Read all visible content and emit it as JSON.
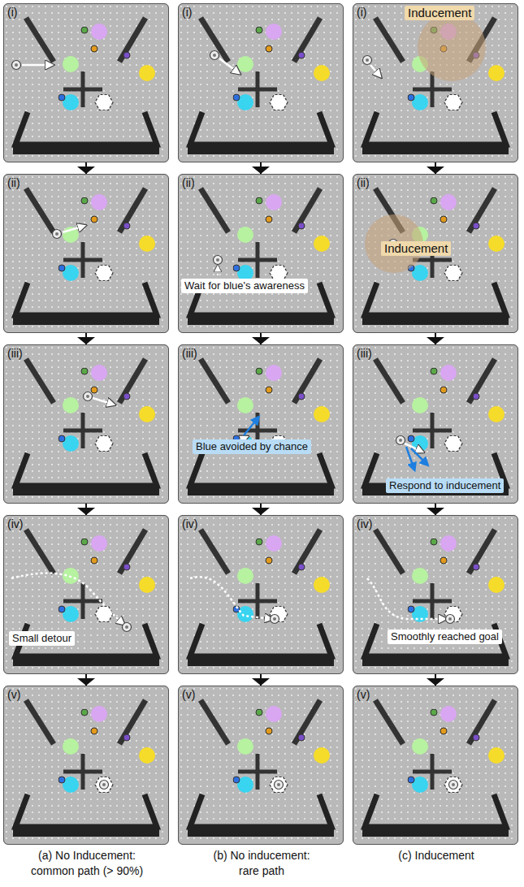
{
  "diagram": {
    "nodes": [
      {
        "text": [
          "(i)"
        ]
      },
      {
        "text": [
          "(ii)"
        ]
      },
      {
        "text": [
          "(iii)"
        ]
      },
      {
        "text": [
          "(iv)",
          "Small detour"
        ]
      },
      {
        "text": [
          "(v)"
        ]
      },
      {
        "text": [
          "(i)"
        ]
      },
      {
        "text": [
          "(ii)",
          "Wait for blue's awareness"
        ]
      },
      {
        "text": [
          "(iii)",
          "Blue avoided by chance"
        ]
      },
      {
        "text": [
          "(iv)"
        ]
      },
      {
        "text": [
          "(v)"
        ]
      },
      {
        "text": [
          "(i)",
          "Inducement"
        ]
      },
      {
        "text": [
          "(ii)",
          "Inducement"
        ]
      },
      {
        "text": [
          "(iii)",
          "Respond to inducement"
        ]
      },
      {
        "text": [
          "(iv)",
          "Smoothly reached goal"
        ]
      },
      {
        "text": [
          "(v)"
        ]
      }
    ],
    "edges": [
      {
        "from": 0,
        "to": 1,
        "arrow": "to"
      },
      {
        "from": 1,
        "to": 2,
        "arrow": "to"
      },
      {
        "from": 2,
        "to": 3,
        "arrow": "to"
      },
      {
        "from": 3,
        "to": 4,
        "arrow": "to"
      },
      {
        "from": 5,
        "to": 6,
        "arrow": "to"
      },
      {
        "from": 6,
        "to": 7,
        "arrow": "to"
      },
      {
        "from": 7,
        "to": 8,
        "arrow": "to"
      },
      {
        "from": 8,
        "to": 9,
        "arrow": "to"
      },
      {
        "from": 10,
        "to": 11,
        "arrow": "to"
      },
      {
        "from": 11,
        "to": 12,
        "arrow": "to"
      },
      {
        "from": 12,
        "to": 13,
        "arrow": "to"
      },
      {
        "from": 13,
        "to": 14,
        "arrow": "to"
      }
    ],
    "labels": [
      "(a) No Inducement: common path (> 90%)",
      "(b) No inducement: rare path",
      "(c) Inducement"
    ]
  }
}
